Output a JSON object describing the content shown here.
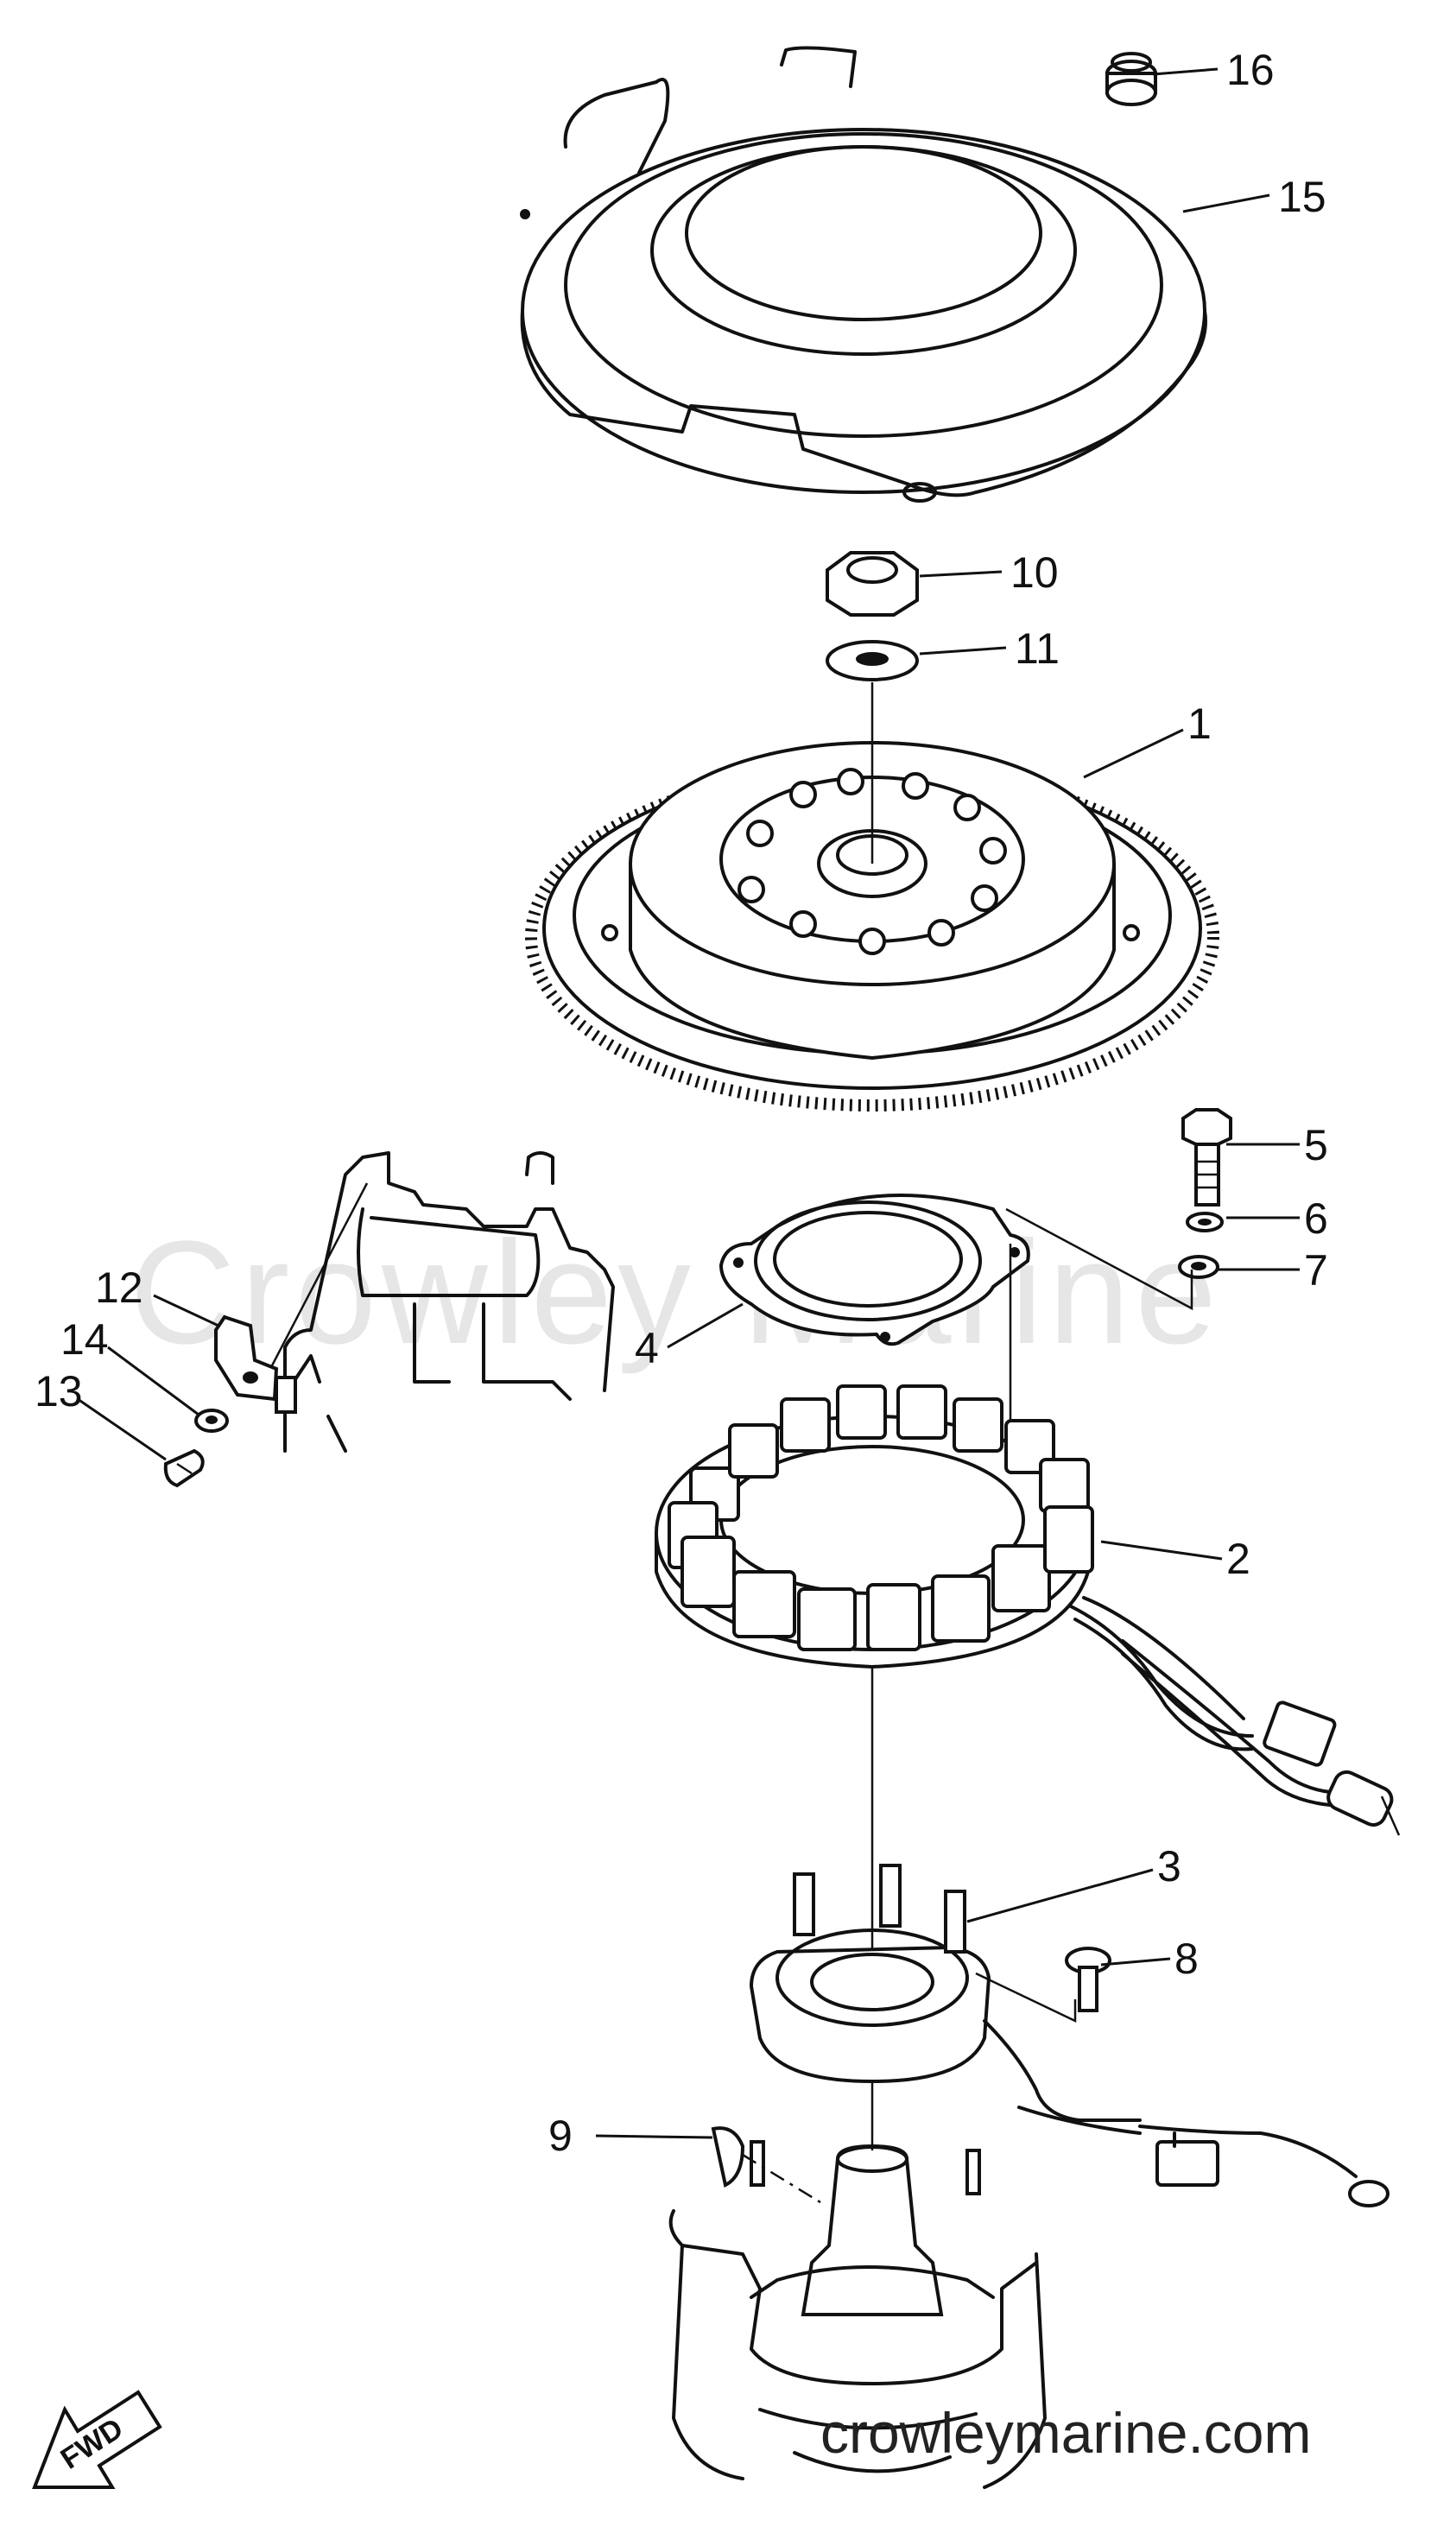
{
  "watermark": "Crowley Marine",
  "site_url": "crowleymarine.com",
  "fwd_label": "FWD",
  "callouts": {
    "c1": "1",
    "c2": "2",
    "c3": "3",
    "c4": "4",
    "c5": "5",
    "c6": "6",
    "c7": "7",
    "c8": "8",
    "c9": "9",
    "c10": "10",
    "c11": "11",
    "c12": "12",
    "c13": "13",
    "c14": "14",
    "c15": "15",
    "c16": "16"
  },
  "parts": [
    {
      "ref": "1",
      "icon": "flywheel-icon"
    },
    {
      "ref": "2",
      "icon": "stator-coil-icon"
    },
    {
      "ref": "3",
      "icon": "pulser-coil-base-icon"
    },
    {
      "ref": "4",
      "icon": "stator-base-plate-icon"
    },
    {
      "ref": "5",
      "icon": "bolt-icon"
    },
    {
      "ref": "6",
      "icon": "spring-washer-icon"
    },
    {
      "ref": "7",
      "icon": "flat-washer-icon"
    },
    {
      "ref": "8",
      "icon": "screw-icon"
    },
    {
      "ref": "9",
      "icon": "woodruff-key-icon"
    },
    {
      "ref": "10",
      "icon": "flywheel-nut-icon"
    },
    {
      "ref": "11",
      "icon": "washer-icon"
    },
    {
      "ref": "12",
      "icon": "bracket-icon"
    },
    {
      "ref": "13",
      "icon": "bolt-icon"
    },
    {
      "ref": "14",
      "icon": "washer-icon"
    },
    {
      "ref": "15",
      "icon": "flywheel-cover-icon"
    },
    {
      "ref": "16",
      "icon": "grommet-icon"
    }
  ]
}
